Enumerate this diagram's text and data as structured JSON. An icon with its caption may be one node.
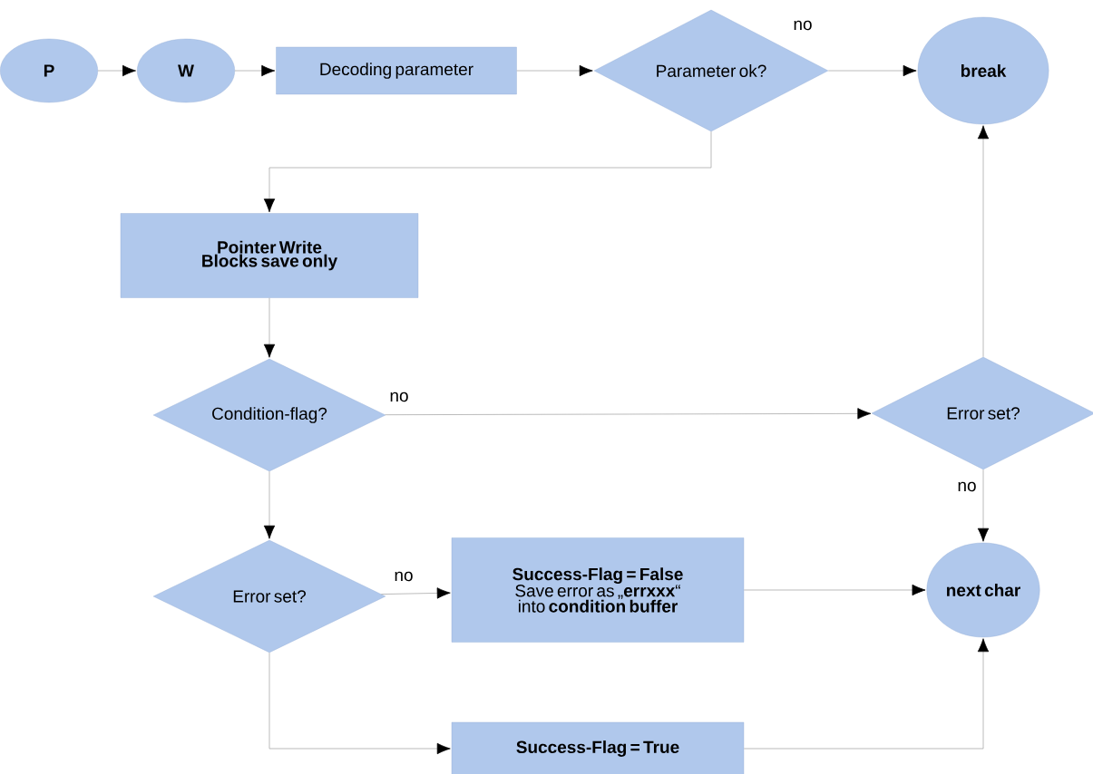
{
  "diagram": {
    "nodes": [
      {
        "text": [
          "P"
        ]
      },
      {
        "text": [
          "W"
        ]
      },
      {
        "text": [
          "Decoding parameter"
        ]
      },
      {
        "text": [
          "Parameter ok?"
        ]
      },
      {
        "text": [
          "break"
        ]
      },
      {
        "text": [
          "Pointer Write Blocks save only"
        ]
      },
      {
        "text": [
          "Condition-flag?"
        ]
      },
      {
        "text": [
          "Error set?"
        ]
      },
      {
        "text": [
          "Error set?"
        ]
      },
      {
        "text": [
          "Success-Flag = False",
          "Save error as „**errxxx**“ into **condition buffer**"
        ]
      },
      {
        "text": [
          "next char"
        ]
      },
      {
        "text": [
          "Success-Flag = True"
        ]
      }
    ],
    "edges": [
      {
        "from": 0,
        "to": 1,
        "arrow": "to"
      },
      {
        "from": 1,
        "to": 2,
        "arrow": "to"
      },
      {
        "from": 2,
        "to": 3,
        "arrow": "to"
      },
      {
        "from": 3,
        "to": 4,
        "arrow": "to",
        "label": "no"
      },
      {
        "from": 3,
        "to": 5,
        "arrow": "to"
      },
      {
        "from": 5,
        "to": 6,
        "arrow": "to"
      },
      {
        "from": 6,
        "to": 7,
        "arrow": "to",
        "label": "no"
      },
      {
        "from": 7,
        "to": 4,
        "arrow": "to"
      },
      {
        "from": 7,
        "to": 10,
        "arrow": "to",
        "label": "no"
      },
      {
        "from": 6,
        "to": 8,
        "arrow": "to"
      },
      {
        "from": 8,
        "to": 9,
        "arrow": "to",
        "label": "no"
      },
      {
        "from": 9,
        "to": 10,
        "arrow": "to"
      },
      {
        "from": 8,
        "to": 11,
        "arrow": "to"
      },
      {
        "from": 11,
        "to": 10,
        "arrow": "to"
      }
    ]
  }
}
